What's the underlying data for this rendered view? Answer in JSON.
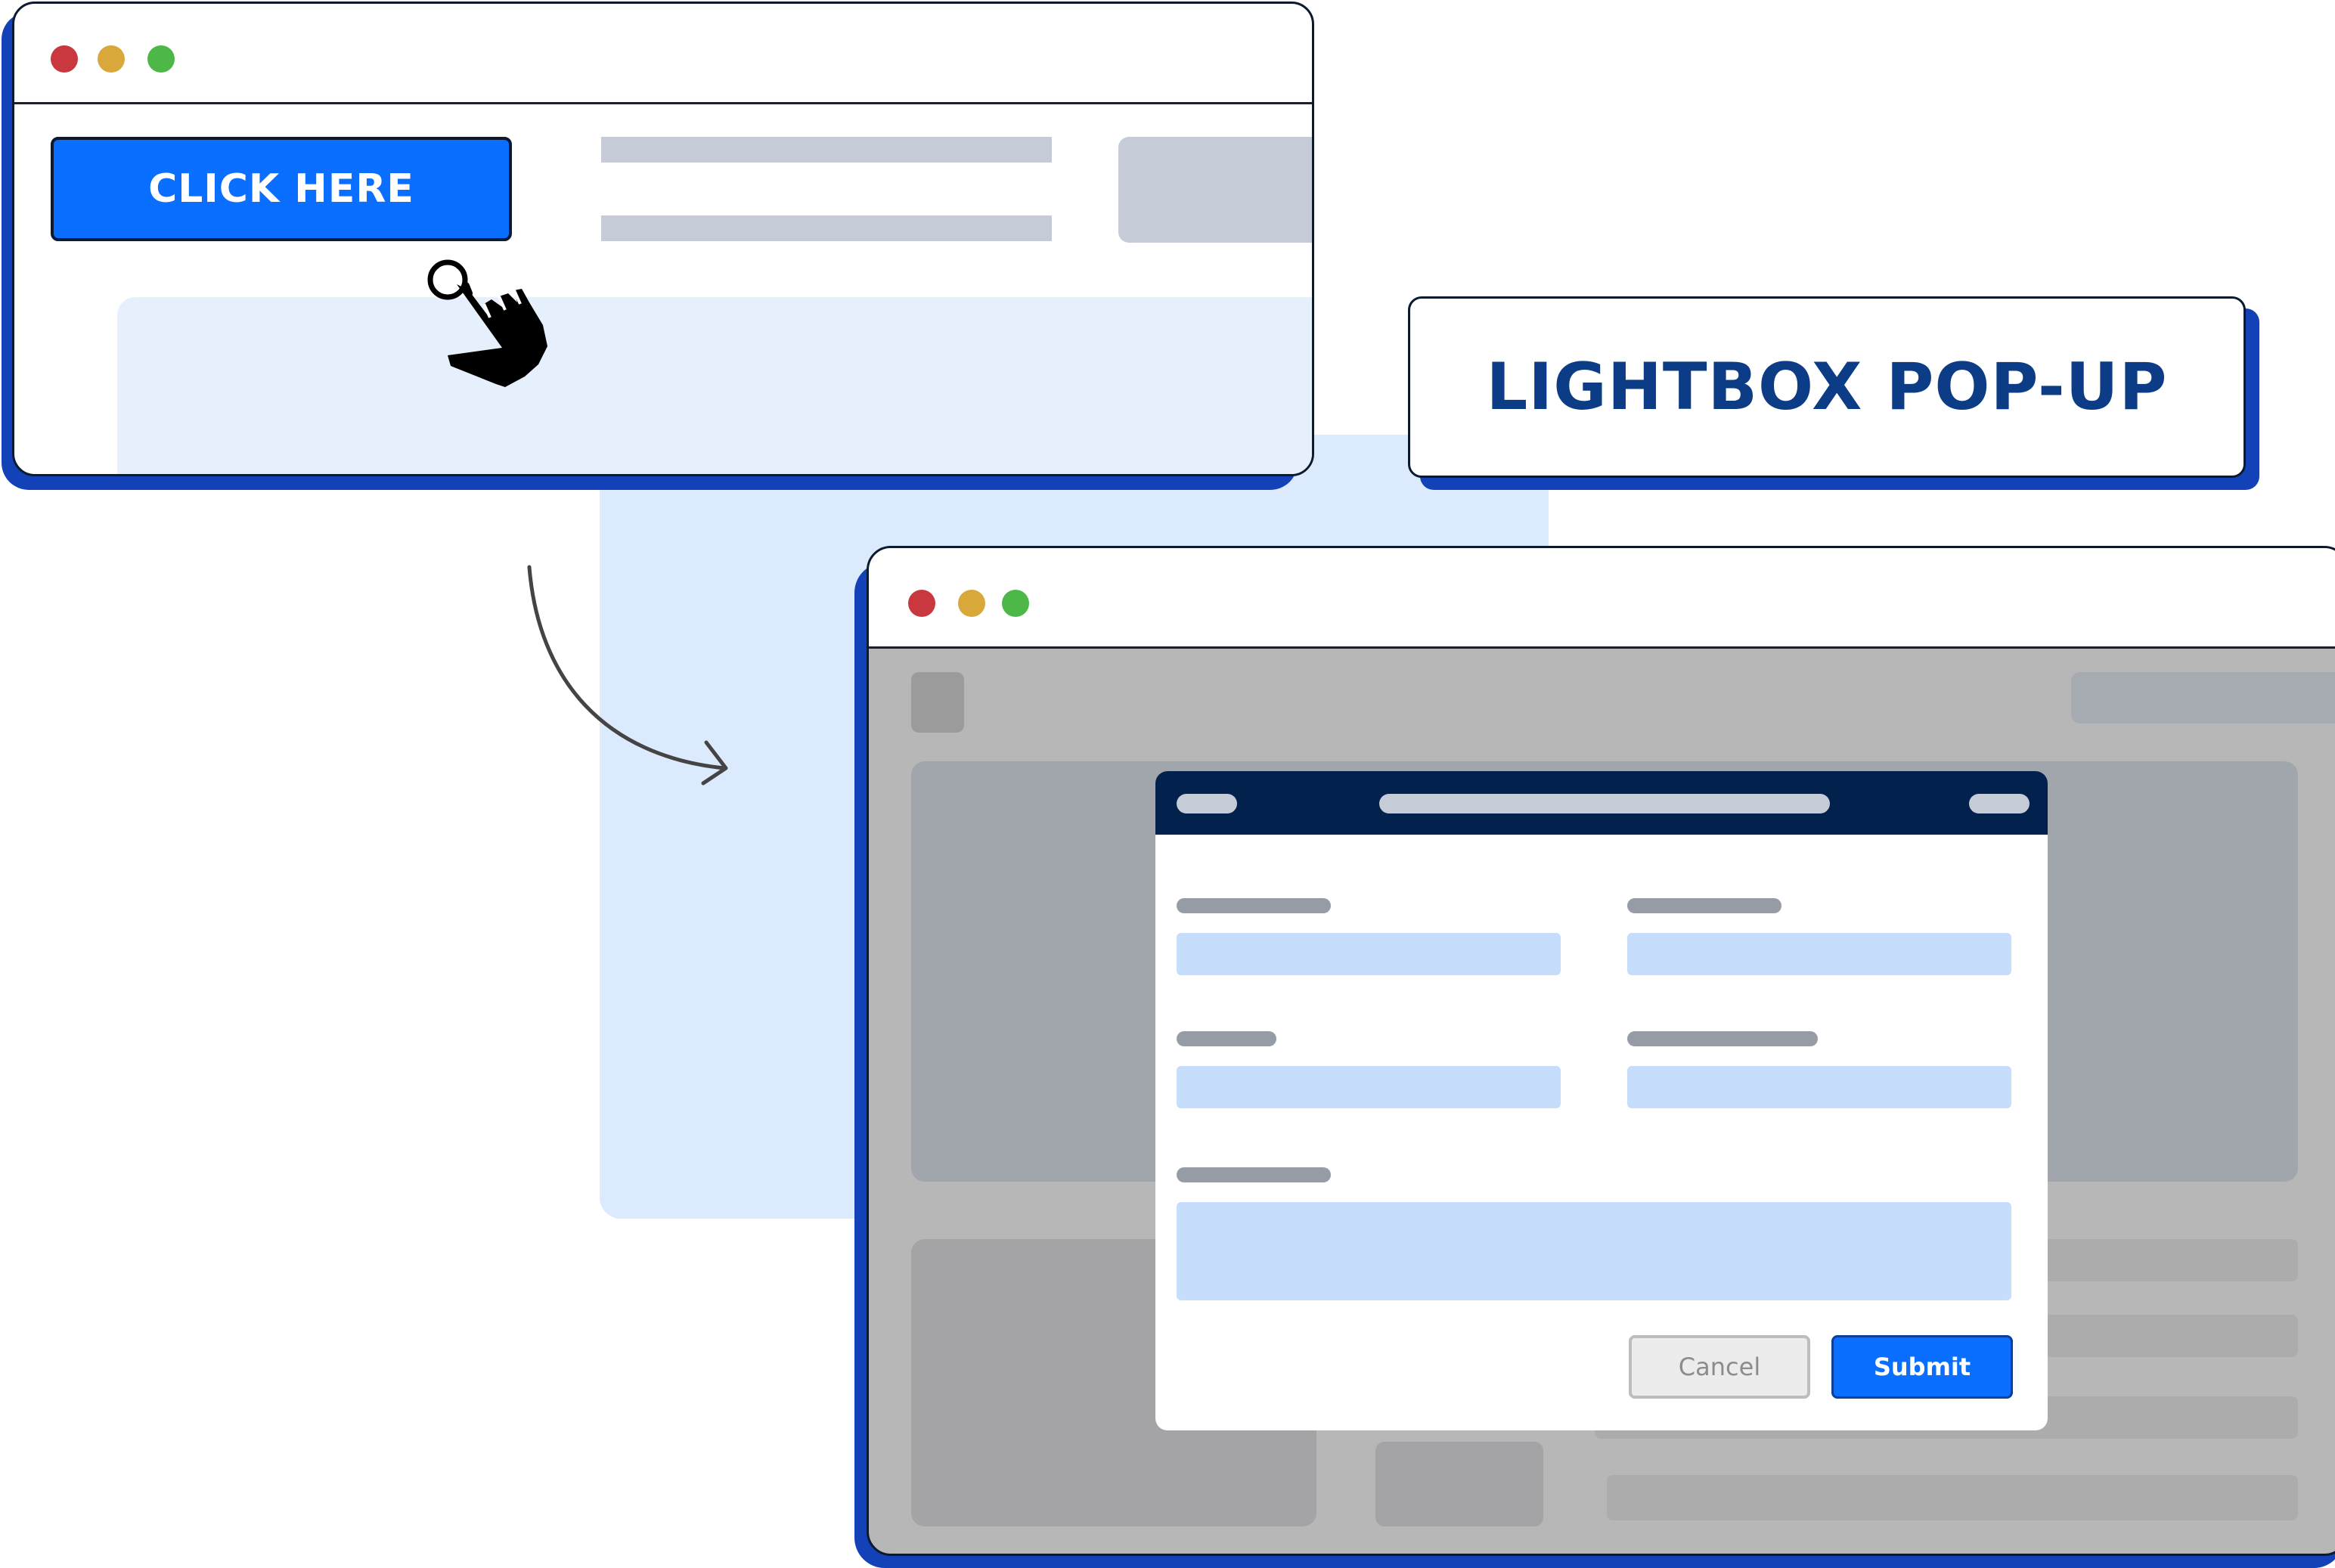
{
  "window1": {
    "cta_label": "CLICK HERE"
  },
  "feature_card": {
    "title": "LIGHTBOX POP-UP"
  },
  "window2": {
    "modal": {
      "cancel_label": "Cancel",
      "submit_label": "Submit"
    }
  },
  "colors": {
    "accent_blue": "#0a6eff",
    "shadow_blue": "#1341b8",
    "title_navy": "#0c3c86",
    "modal_header": "#03214d",
    "field_fill": "#c6defc",
    "dot_red": "#c8383e",
    "dot_yellow": "#d9a83a",
    "dot_green": "#4db848"
  },
  "icons": [
    "pointing-hand-icon",
    "curved-arrow-icon"
  ]
}
